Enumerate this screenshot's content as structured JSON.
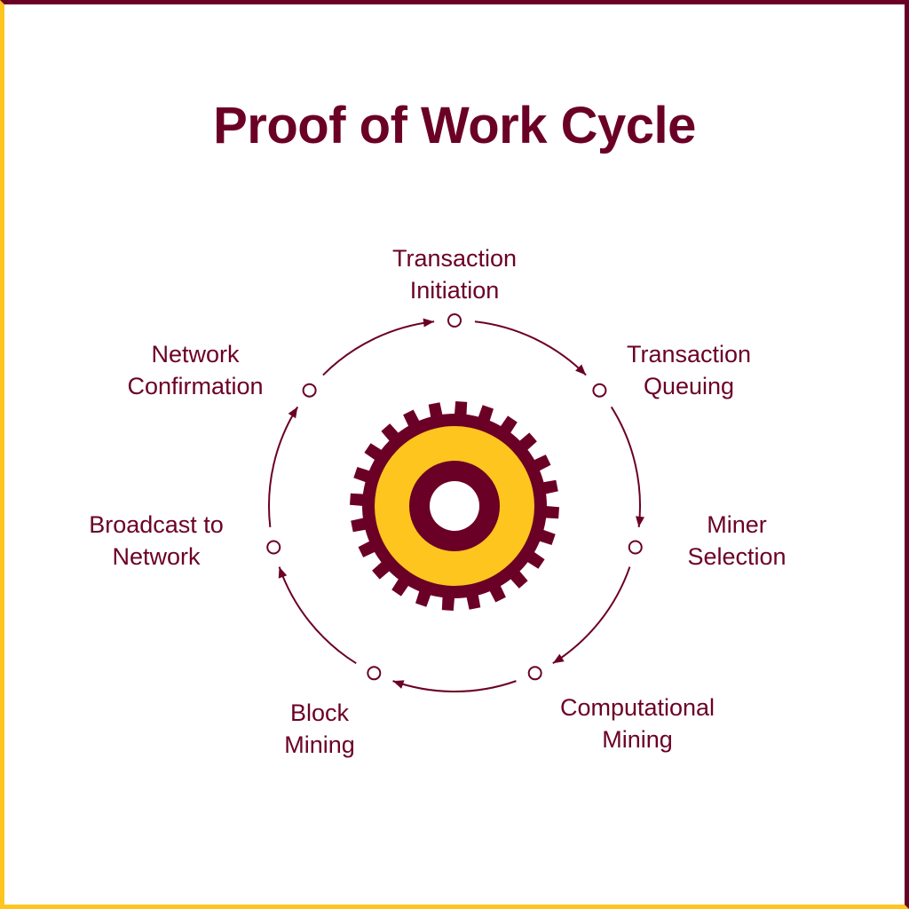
{
  "title": "Proof of Work Cycle",
  "colors": {
    "maroon": "#6b0026",
    "yellow": "#fdc51e"
  },
  "steps": [
    {
      "line1": "Transaction",
      "line2": "Initiation"
    },
    {
      "line1": "Transaction",
      "line2": "Queuing"
    },
    {
      "line1": "Miner",
      "line2": "Selection"
    },
    {
      "line1": "Computational",
      "line2": "Mining"
    },
    {
      "line1": "Block",
      "line2": "Mining"
    },
    {
      "line1": "Broadcast to",
      "line2": "Network"
    },
    {
      "line1": "Network",
      "line2": "Confirmation"
    }
  ],
  "center_icon": "gear-icon"
}
